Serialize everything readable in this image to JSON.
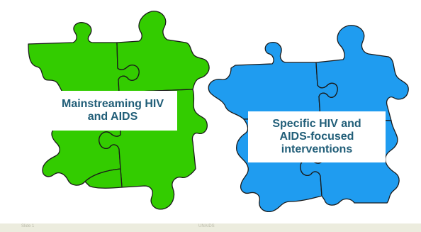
{
  "colors": {
    "green_piece": "#33cc00",
    "blue_piece": "#1f9cf0",
    "outline": "#1a1a1a",
    "label_text": "#215e78"
  },
  "diagram": {
    "left_group": {
      "label_line1": "Mainstreaming HIV",
      "label_line2": "and AIDS"
    },
    "right_group": {
      "label_line1": "Specific HIV and",
      "label_line2": "AIDS-focused",
      "label_line3": "interventions"
    }
  },
  "footer": {
    "left_text": "Slide 1",
    "center_text": "UNAIDS"
  }
}
